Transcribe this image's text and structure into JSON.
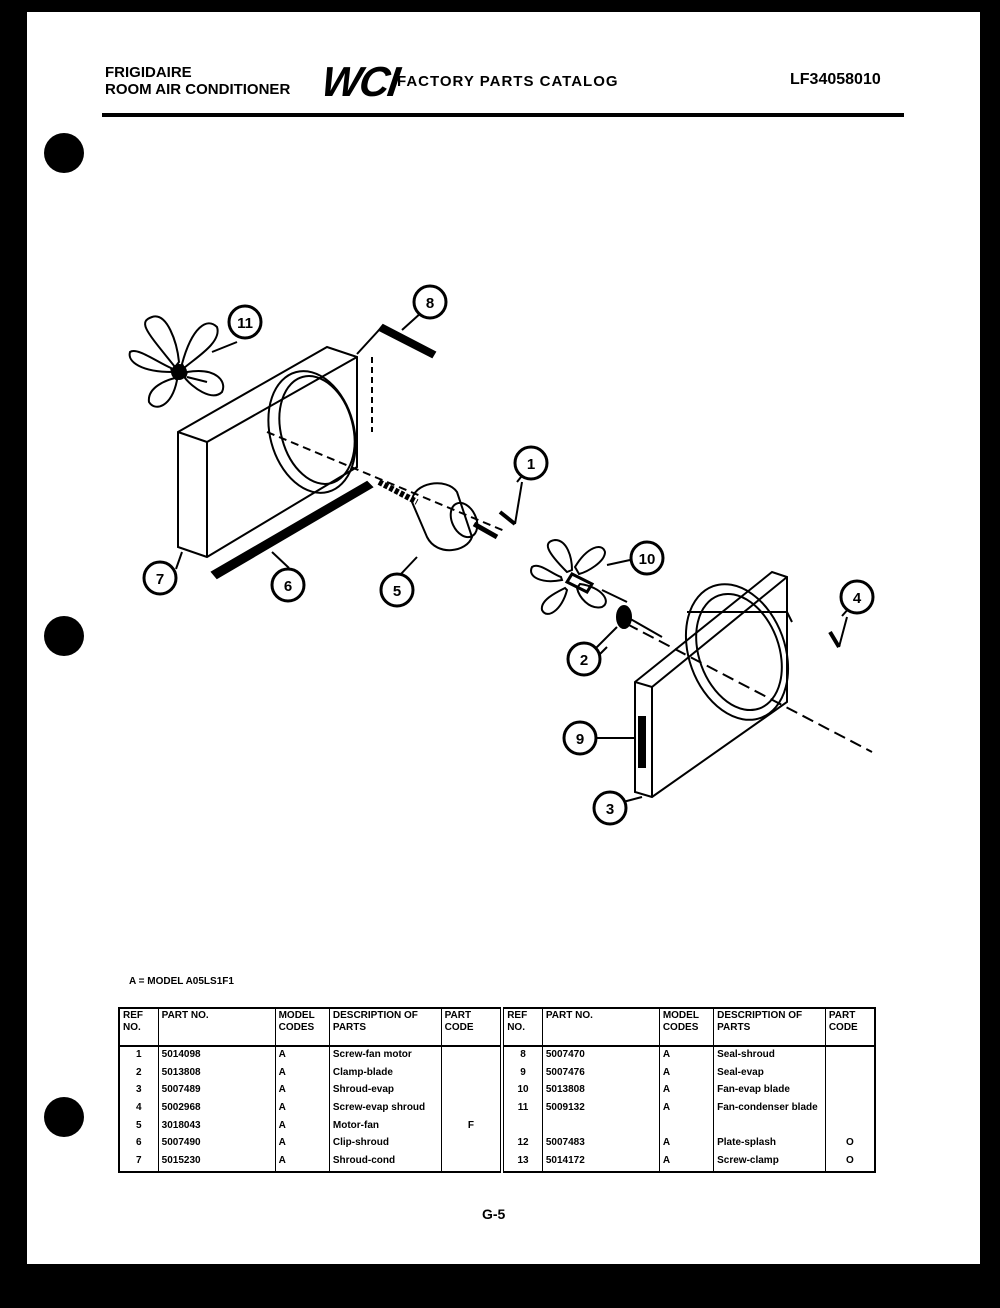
{
  "header": {
    "brand": "FRIGIDAIRE",
    "product": "ROOM AIR CONDITIONER",
    "logo": "WCI",
    "catalog_title": "FACTORY PARTS CATALOG",
    "model_number": "LF34058010"
  },
  "diagram": {
    "callouts": [
      "11",
      "8",
      "1",
      "7",
      "6",
      "5",
      "10",
      "4",
      "2",
      "9",
      "3"
    ]
  },
  "model_note": "A = MODEL A05LS1F1",
  "table": {
    "headers": {
      "ref_no": "REF NO.",
      "part_no": "PART NO.",
      "model_codes": "MODEL CODES",
      "description": "DESCRIPTION OF PARTS",
      "part_code": "PART CODE"
    },
    "left_rows": [
      {
        "ref": "1",
        "part": "5014098",
        "model": "A",
        "desc": "Screw-fan motor"
      },
      {
        "ref": "2",
        "part": "5013808",
        "model": "A",
        "desc": "Clamp-blade"
      },
      {
        "ref": "3",
        "part": "5007489",
        "model": "A",
        "desc": "Shroud-evap"
      },
      {
        "ref": "4",
        "part": "5002968",
        "model": "A",
        "desc": "Screw-evap shroud"
      },
      {
        "ref": "5",
        "part": "3018043",
        "model": "A",
        "desc": "Motor-fan"
      },
      {
        "ref": "6",
        "part": "5007490",
        "model": "A",
        "desc": "Clip-shroud"
      },
      {
        "ref": "7",
        "part": "5015230",
        "model": "A",
        "desc": "Shroud-cond"
      }
    ],
    "left_part_code": "F",
    "right_rows": [
      {
        "ref": "8",
        "part": "5007470",
        "model": "A",
        "desc": "Seal-shroud",
        "code": ""
      },
      {
        "ref": "9",
        "part": "5007476",
        "model": "A",
        "desc": "Seal-evap",
        "code": ""
      },
      {
        "ref": "10",
        "part": "5013808",
        "model": "A",
        "desc": "Fan-evap blade",
        "code": ""
      },
      {
        "ref": "11",
        "part": "5009132",
        "model": "A",
        "desc": "Fan-condenser blade",
        "code": ""
      },
      {
        "ref": "12",
        "part": "5007483",
        "model": "A",
        "desc": "Plate-splash",
        "code": "O"
      },
      {
        "ref": "13",
        "part": "5014172",
        "model": "A",
        "desc": "Screw-clamp",
        "code": "O"
      }
    ]
  },
  "page_number": "G-5"
}
